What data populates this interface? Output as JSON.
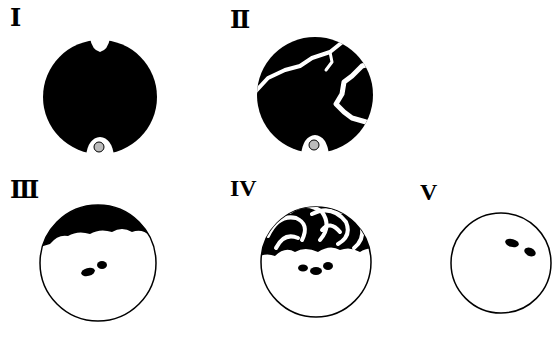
{
  "diagram": {
    "labels": [
      "Ⅰ",
      "Ⅱ",
      "Ⅲ",
      "IV",
      "V"
    ]
  }
}
